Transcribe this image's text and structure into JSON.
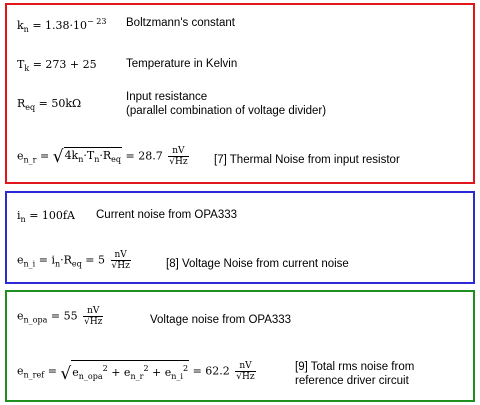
{
  "boxes": {
    "red_color": "#e0161b",
    "blue_color": "#2b2bd6",
    "green_color": "#1f8f1f"
  },
  "thermal": {
    "kn": {
      "symbol": "k",
      "sub": "n",
      "rhs": "= 1.38·10",
      "exp": "− 23",
      "label": "Boltzmann's constant"
    },
    "tk": {
      "symbol": "T",
      "sub": "k",
      "rhs": "= 273 + 25",
      "label": "Temperature in Kelvin"
    },
    "req": {
      "symbol": "R",
      "sub": "eq",
      "rhs": "= 50kΩ",
      "label_line1": "Input resistance",
      "label_line2": "(parallel combination of voltage divider)"
    },
    "enr": {
      "symbol": "e",
      "sub": "n_r",
      "eq": "=",
      "rad_1": "4k",
      "rad_1_sub": "n",
      "rad_2": "·T",
      "rad_2_sub": "n",
      "rad_3": "·R",
      "rad_3_sub": "eq",
      "result": "= 28.7",
      "unit_num": "nV",
      "unit_den": "√Hz",
      "label": "[7] Thermal Noise from input resistor"
    }
  },
  "current": {
    "in": {
      "symbol": "i",
      "sub": "n",
      "rhs": "= 100fA",
      "label": "Current noise from OPA333"
    },
    "eni": {
      "symbol": "e",
      "sub": "n_i",
      "eq": "=",
      "p1": "i",
      "p1_sub": "n",
      "p2": "·R",
      "p2_sub": "eq",
      "result": "= 5",
      "unit_num": "nV",
      "unit_den": "√Hz",
      "label": "[8] Voltage Noise from current noise"
    }
  },
  "opa": {
    "enopa": {
      "symbol": "e",
      "sub": "n_opa",
      "rhs": "= 55",
      "unit_num": "nV",
      "unit_den": "√Hz",
      "label": "Voltage noise from OPA333"
    },
    "enref": {
      "symbol": "e",
      "sub": "n_ref",
      "eq": "=",
      "t1": "e",
      "t1_sub": "n_opa",
      "t2": "+ e",
      "t2_sub": "n_r",
      "t3": "+ e",
      "t3_sub": "n_i",
      "pow": "2",
      "result": "= 62.2",
      "unit_num": "nV",
      "unit_den": "√Hz",
      "label_line1": "[9] Total rms noise from",
      "label_line2": "reference driver circuit"
    }
  }
}
